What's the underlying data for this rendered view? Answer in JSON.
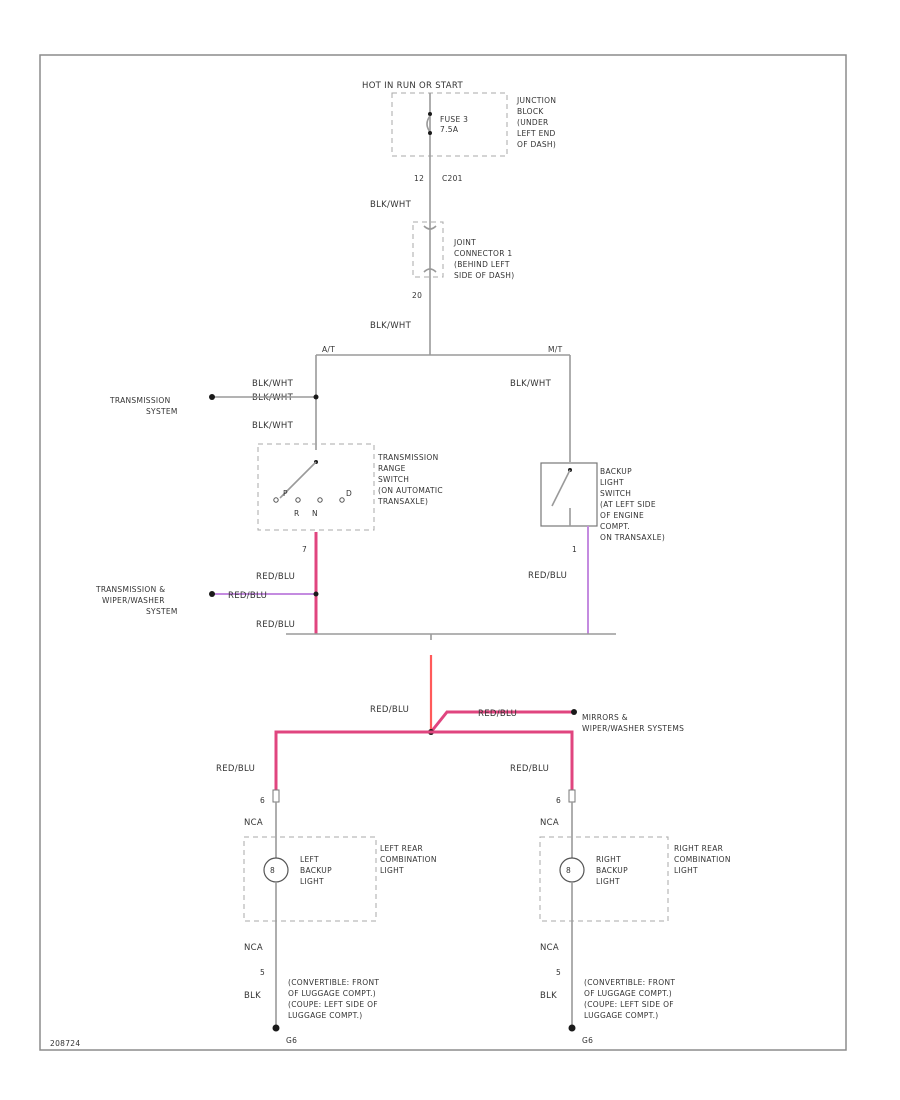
{
  "power": {
    "label": "HOT IN RUN OR START"
  },
  "junction_block": {
    "label_lines": [
      "JUNCTION",
      "BLOCK",
      "(UNDER",
      "LEFT END",
      "OF DASH)"
    ],
    "fuse_lines": [
      "FUSE 3",
      "7.5A"
    ],
    "pin": "12",
    "connector": "C201"
  },
  "joint_connector": {
    "label_lines": [
      "JOINT",
      "CONNECTOR 1",
      "(BEHIND LEFT",
      "SIDE OF DASH)"
    ],
    "pin": "20"
  },
  "wires": {
    "blk_wht": "BLK/WHT",
    "red_blu": "RED/BLU",
    "nca": "NCA",
    "blk": "BLK"
  },
  "branches": {
    "at": "A/T",
    "mt": "M/T"
  },
  "transmission_system": {
    "label_lines": [
      "TRANSMISSION",
      "SYSTEM"
    ]
  },
  "range_switch": {
    "label_lines": [
      "TRANSMISSION",
      "RANGE",
      "SWITCH",
      "(ON AUTOMATIC",
      "TRANSAXLE)"
    ],
    "positions": [
      "P",
      "R",
      "N",
      "D"
    ],
    "pin": "7"
  },
  "backup_switch": {
    "label_lines": [
      "BACKUP",
      "LIGHT",
      "SWITCH",
      "(AT LEFT SIDE",
      "OF ENGINE",
      "COMPT.",
      "ON TRANSAXLE)"
    ],
    "pin": "1"
  },
  "trans_wiper_system": {
    "label_lines": [
      "TRANSMISSION &",
      "WIPER/WASHER",
      "SYSTEM"
    ]
  },
  "mirrors_system": {
    "label_lines": [
      "MIRRORS &",
      "WIPER/WASHER SYSTEMS"
    ]
  },
  "left_lamp": {
    "pin_top": "6",
    "bulb_lines": [
      "LEFT",
      "BACKUP",
      "LIGHT"
    ],
    "module_lines": [
      "LEFT REAR",
      "COMBINATION",
      "LIGHT"
    ],
    "pin_bottom": "5",
    "ground_lines": [
      "(CONVERTIBLE: FRONT",
      "OF LUGGAGE COMPT.)",
      "(COUPE: LEFT SIDE OF",
      "LUGGAGE COMPT.)"
    ],
    "ground_id": "G6"
  },
  "right_lamp": {
    "pin_top": "6",
    "bulb_lines": [
      "RIGHT",
      "BACKUP",
      "LIGHT"
    ],
    "module_lines": [
      "RIGHT REAR",
      "COMBINATION",
      "LIGHT"
    ],
    "pin_bottom": "5",
    "ground_lines": [
      "(CONVERTIBLE: FRONT",
      "OF LUGGAGE COMPT.)",
      "(COUPE: LEFT SIDE OF",
      "LUGGAGE COMPT.)"
    ],
    "ground_id": "G6"
  },
  "footer": {
    "code": "208724"
  }
}
